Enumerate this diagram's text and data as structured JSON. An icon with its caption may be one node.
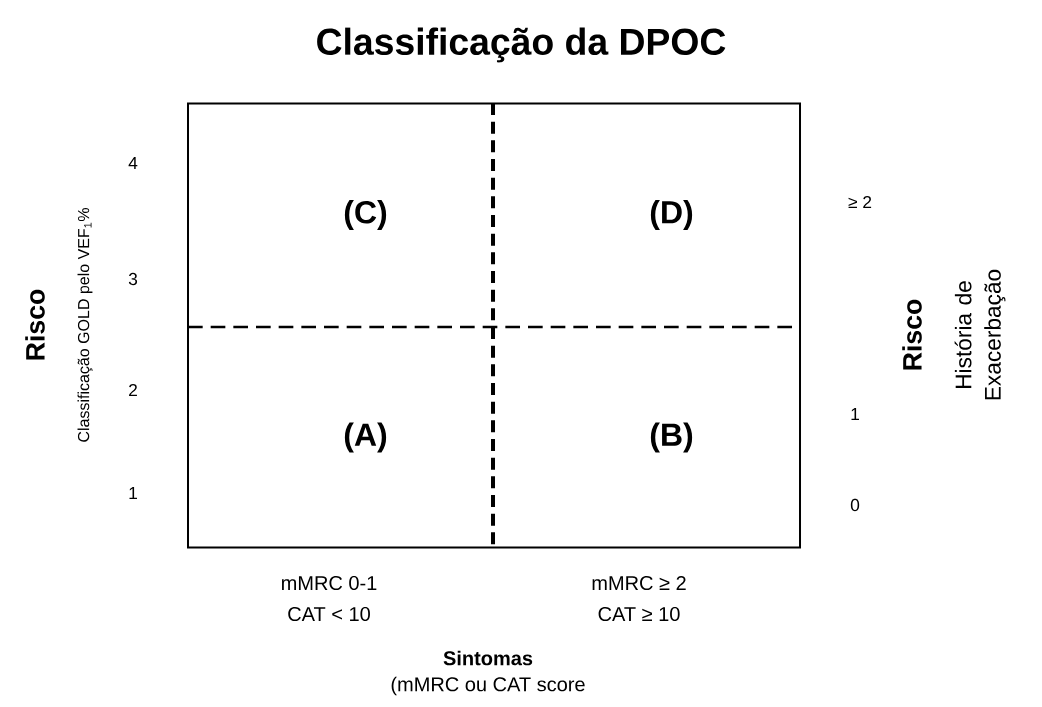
{
  "diagram": {
    "title": "Classificação da DPOC",
    "nodes": [
      {
        "text": [],
        "shape": "box"
      },
      {
        "text": [
          "(C)"
        ],
        "in": 0
      },
      {
        "text": [
          "(D)"
        ],
        "in": 0
      },
      {
        "text": [
          "(A)"
        ],
        "in": 0
      },
      {
        "text": [
          "(B)"
        ],
        "in": 0
      }
    ],
    "labels": [
      "Risco",
      "Classificação GOLD pelo VEF$_{1}$%",
      "4",
      "3",
      "2",
      "1",
      "≥ 2",
      "Risco",
      "História de Exacerbação",
      "1",
      "0",
      "mMRC 0-1",
      "CAT < 10",
      "mMRC ≥ 2",
      "CAT ≥ 10",
      "Sintomas",
      "(mMRC ou CAT score"
    ]
  }
}
